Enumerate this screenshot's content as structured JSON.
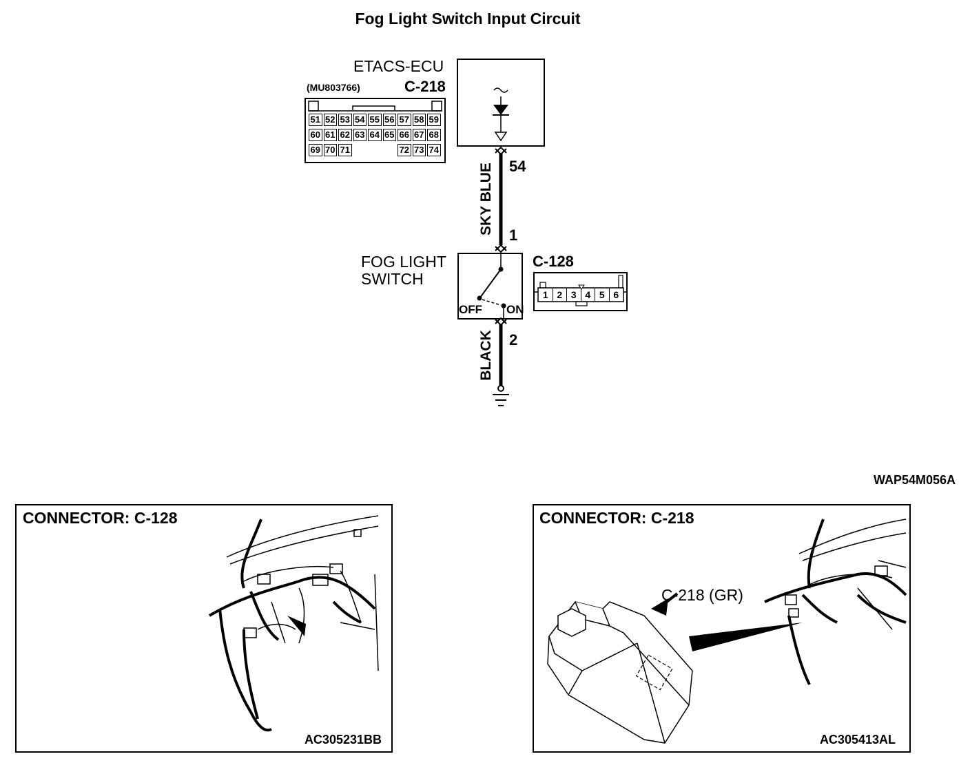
{
  "title": "Fog Light Switch Input Circuit",
  "ecu": {
    "name": "ETACS-ECU",
    "part_number": "(MU803766)",
    "connector": "C-218",
    "pins_row1": [
      "51",
      "52",
      "53",
      "54",
      "55",
      "56",
      "57",
      "58",
      "59"
    ],
    "pins_row2": [
      "60",
      "61",
      "62",
      "63",
      "64",
      "65",
      "66",
      "67",
      "68"
    ],
    "pins_row3": [
      "69",
      "70",
      "71",
      "72",
      "73",
      "74"
    ],
    "terminal": "54"
  },
  "wire_top": {
    "color": "SKY BLUE"
  },
  "switch": {
    "name_line1": "FOG LIGHT",
    "name_line2": "SWITCH",
    "connector": "C-128",
    "pins": [
      "1",
      "2",
      "3",
      "4",
      "5",
      "6"
    ],
    "terminal_top": "1",
    "terminal_bottom": "2",
    "off_label": "OFF",
    "on_label": "ON"
  },
  "wire_bottom": {
    "color": "BLACK"
  },
  "diagram_code": "WAP54M056A",
  "panels": [
    {
      "title": "CONNECTOR: C-128",
      "code": "AC305231BB"
    },
    {
      "title": "CONNECTOR: C-218",
      "callout": "C-218 (GR)",
      "code": "AC305413AL"
    }
  ]
}
